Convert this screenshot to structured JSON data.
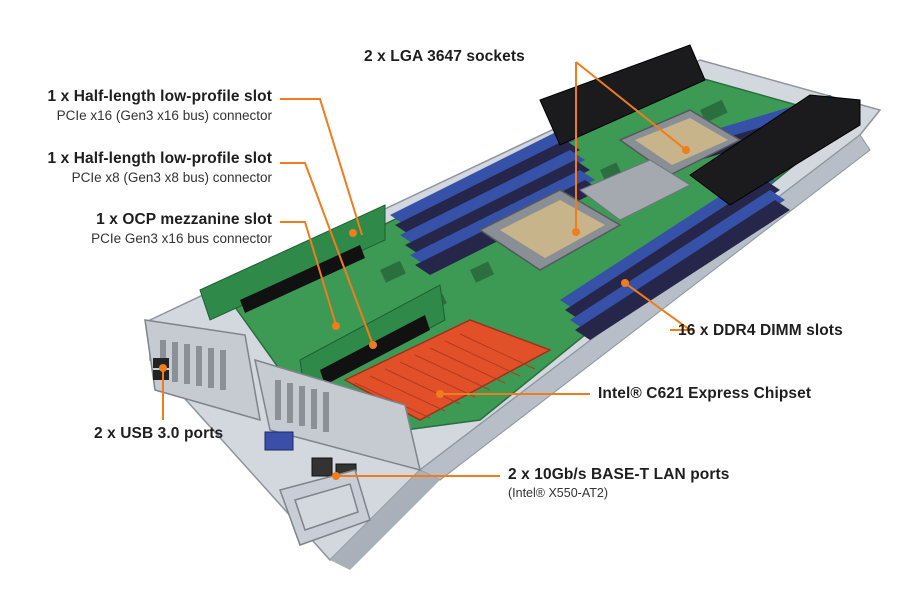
{
  "callouts": {
    "sockets": {
      "title": "2 x LGA 3647 sockets"
    },
    "pcie_x16": {
      "title": "1 x Half-length low-profile slot",
      "sub": "PCIe x16 (Gen3 x16 bus) connector"
    },
    "pcie_x8": {
      "title": "1 x Half-length low-profile slot",
      "sub": "PCIe x8 (Gen3 x8 bus) connector"
    },
    "ocp": {
      "title": "1 x OCP mezzanine slot",
      "sub": "PCIe Gen3 x16 bus connector"
    },
    "dimm": {
      "title": "16 x DDR4 DIMM slots"
    },
    "chipset": {
      "title": "Intel® C621 Express Chipset"
    },
    "usb": {
      "title": "2 x USB 3.0 ports"
    },
    "lan": {
      "title": "2 x 10Gb/s BASE-T LAN ports",
      "sub": "(Intel® X550-AT2)"
    }
  },
  "colors": {
    "leader_line": "#f07c1e",
    "pcb": "#3d9a55",
    "dimm_slot": "#3552a8",
    "heatsink": "#e2502a",
    "chassis": "#c9ced6"
  }
}
